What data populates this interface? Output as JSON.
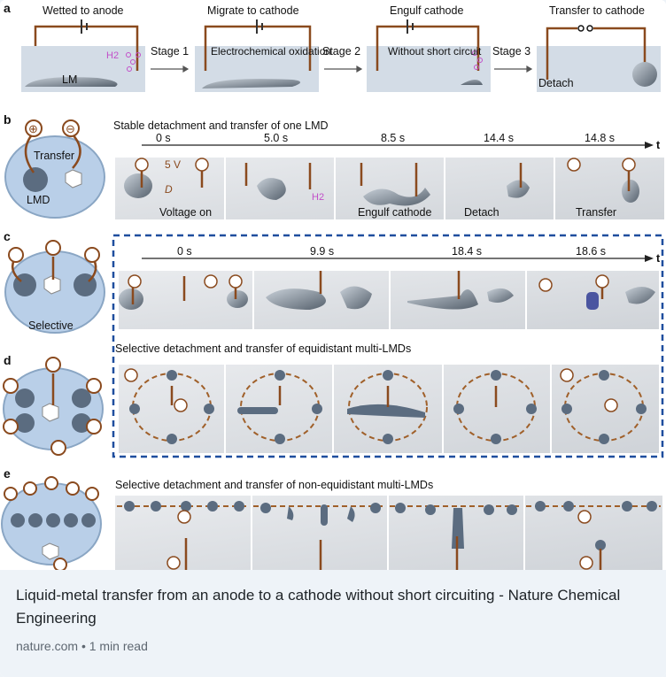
{
  "panel_a": {
    "label": "a",
    "stages": [
      {
        "caption": "Wetted to anode",
        "inner": "LM",
        "h2": "H2"
      },
      {
        "caption": "Migrate to cathode",
        "inner": "Electrochemical oxidation"
      },
      {
        "caption": "Engulf cathode",
        "inner": "Without short circuit"
      },
      {
        "caption": "Transfer to cathode",
        "inner": "Detach"
      }
    ],
    "arrows": [
      "Stage 1",
      "Stage 2",
      "Stage 3"
    ]
  },
  "panel_b": {
    "label": "b",
    "title": "Stable detachment and transfer of one LMD",
    "times": [
      "0 s",
      "5.0 s",
      "8.5 s",
      "14.4 s",
      "14.8 s"
    ],
    "t_axis": "t",
    "schematic": {
      "transfer": "Transfer",
      "lmd": "LMD"
    },
    "annotations": [
      "5 V",
      "D",
      "Voltage on",
      "H2",
      "Engulf cathode",
      "Detach",
      "Transfer"
    ]
  },
  "panel_c": {
    "label": "c",
    "times": [
      "0 s",
      "9.9 s",
      "18.4 s",
      "18.6 s"
    ],
    "t_axis": "t",
    "schematic": {
      "selective": "Selective"
    }
  },
  "panel_d": {
    "label": "d",
    "title": "Selective detachment and transfer of equidistant multi-LMDs"
  },
  "panel_e": {
    "label": "e",
    "title": "Selective detachment and transfer of non-equidistant multi-LMDs"
  },
  "symbols": {
    "plus": "⊕",
    "minus": "⊖"
  },
  "colors": {
    "electrode": "#8a4a1e",
    "dashed_box": "#1f4e9e",
    "bubbles": "#c24fc9",
    "lm": "#6f7f8f"
  },
  "article": {
    "title": "Liquid-metal transfer from an anode to a cathode without short circuiting - Nature Chemical Engineering",
    "source": "nature.com",
    "read_time": "1 min read"
  }
}
